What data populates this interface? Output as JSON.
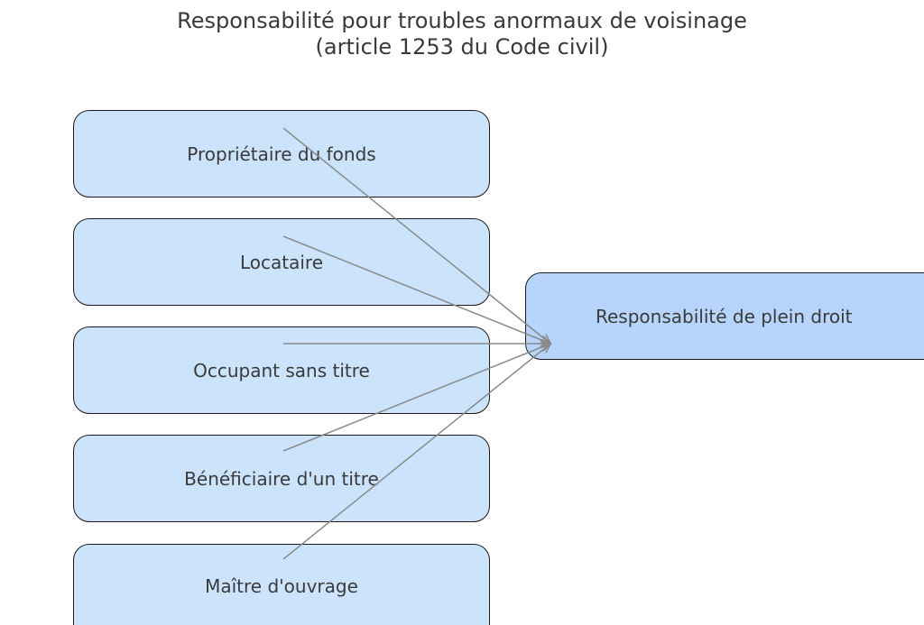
{
  "title": {
    "line1": "Responsabilité pour troubles anormaux de voisinage",
    "line2": "(article 1253 du Code civil)"
  },
  "nodes": {
    "sources": [
      "Propriétaire du fonds",
      "Locataire",
      "Occupant sans titre",
      "Bénéficiaire d'un titre",
      "Maître d'ouvrage"
    ],
    "target": "Responsabilité de plein droit"
  },
  "colors": {
    "source_fill": "#cce4fb",
    "target_fill": "#b7d5fb",
    "border": "#1a1a1a",
    "arrow": "#8a8a8a",
    "text": "#3a3a3a"
  }
}
